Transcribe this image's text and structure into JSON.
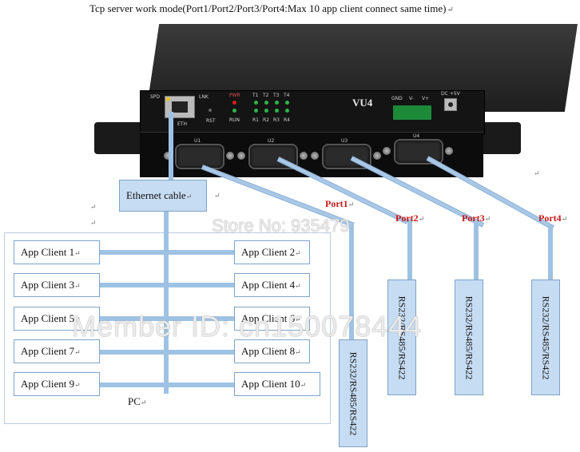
{
  "title": "Tcp server work mode(Port1/Port2/Port3/Port4:Max 10 app client connect same time)",
  "device": {
    "model": "VU4",
    "labels": {
      "spd": "SPD",
      "lnk": "LNK",
      "eth": "ETH",
      "rst": "RST",
      "pwr": "PWR",
      "run": "RUN",
      "tx": [
        "T1",
        "T2",
        "T3",
        "T4"
      ],
      "rx": [
        "R1",
        "R2",
        "R3",
        "R4"
      ],
      "gnd": "GND",
      "vminus": "V-",
      "vplus": "V+",
      "dc": "DC +5V",
      "ports": [
        "U1",
        "U2",
        "U3",
        "U4"
      ]
    },
    "colors": {
      "led_red": "#e21b1b",
      "led_green": "#2fb44a",
      "terminal": "#1d8a3a"
    }
  },
  "ethernet_cable_label": "Ethernet cable",
  "clients": [
    "App Client 1",
    "App Client 2",
    "App Client 3",
    "App Client 4",
    "App Client 5",
    "App Client 6",
    "App Client 7",
    "App Client 8",
    "App Client 9",
    "App Client 10"
  ],
  "pc_label": "PC",
  "ports": [
    "Port1",
    "Port2",
    "Port3",
    "Port4"
  ],
  "rs_label": "RS232/RS485/RS422",
  "watermarks": {
    "store": "Store No: 935479",
    "member": "Member ID: cn150078444"
  },
  "colors": {
    "connector": "#9ec2e3",
    "box_border": "#7fa3c8",
    "port_text": "#c81818"
  }
}
